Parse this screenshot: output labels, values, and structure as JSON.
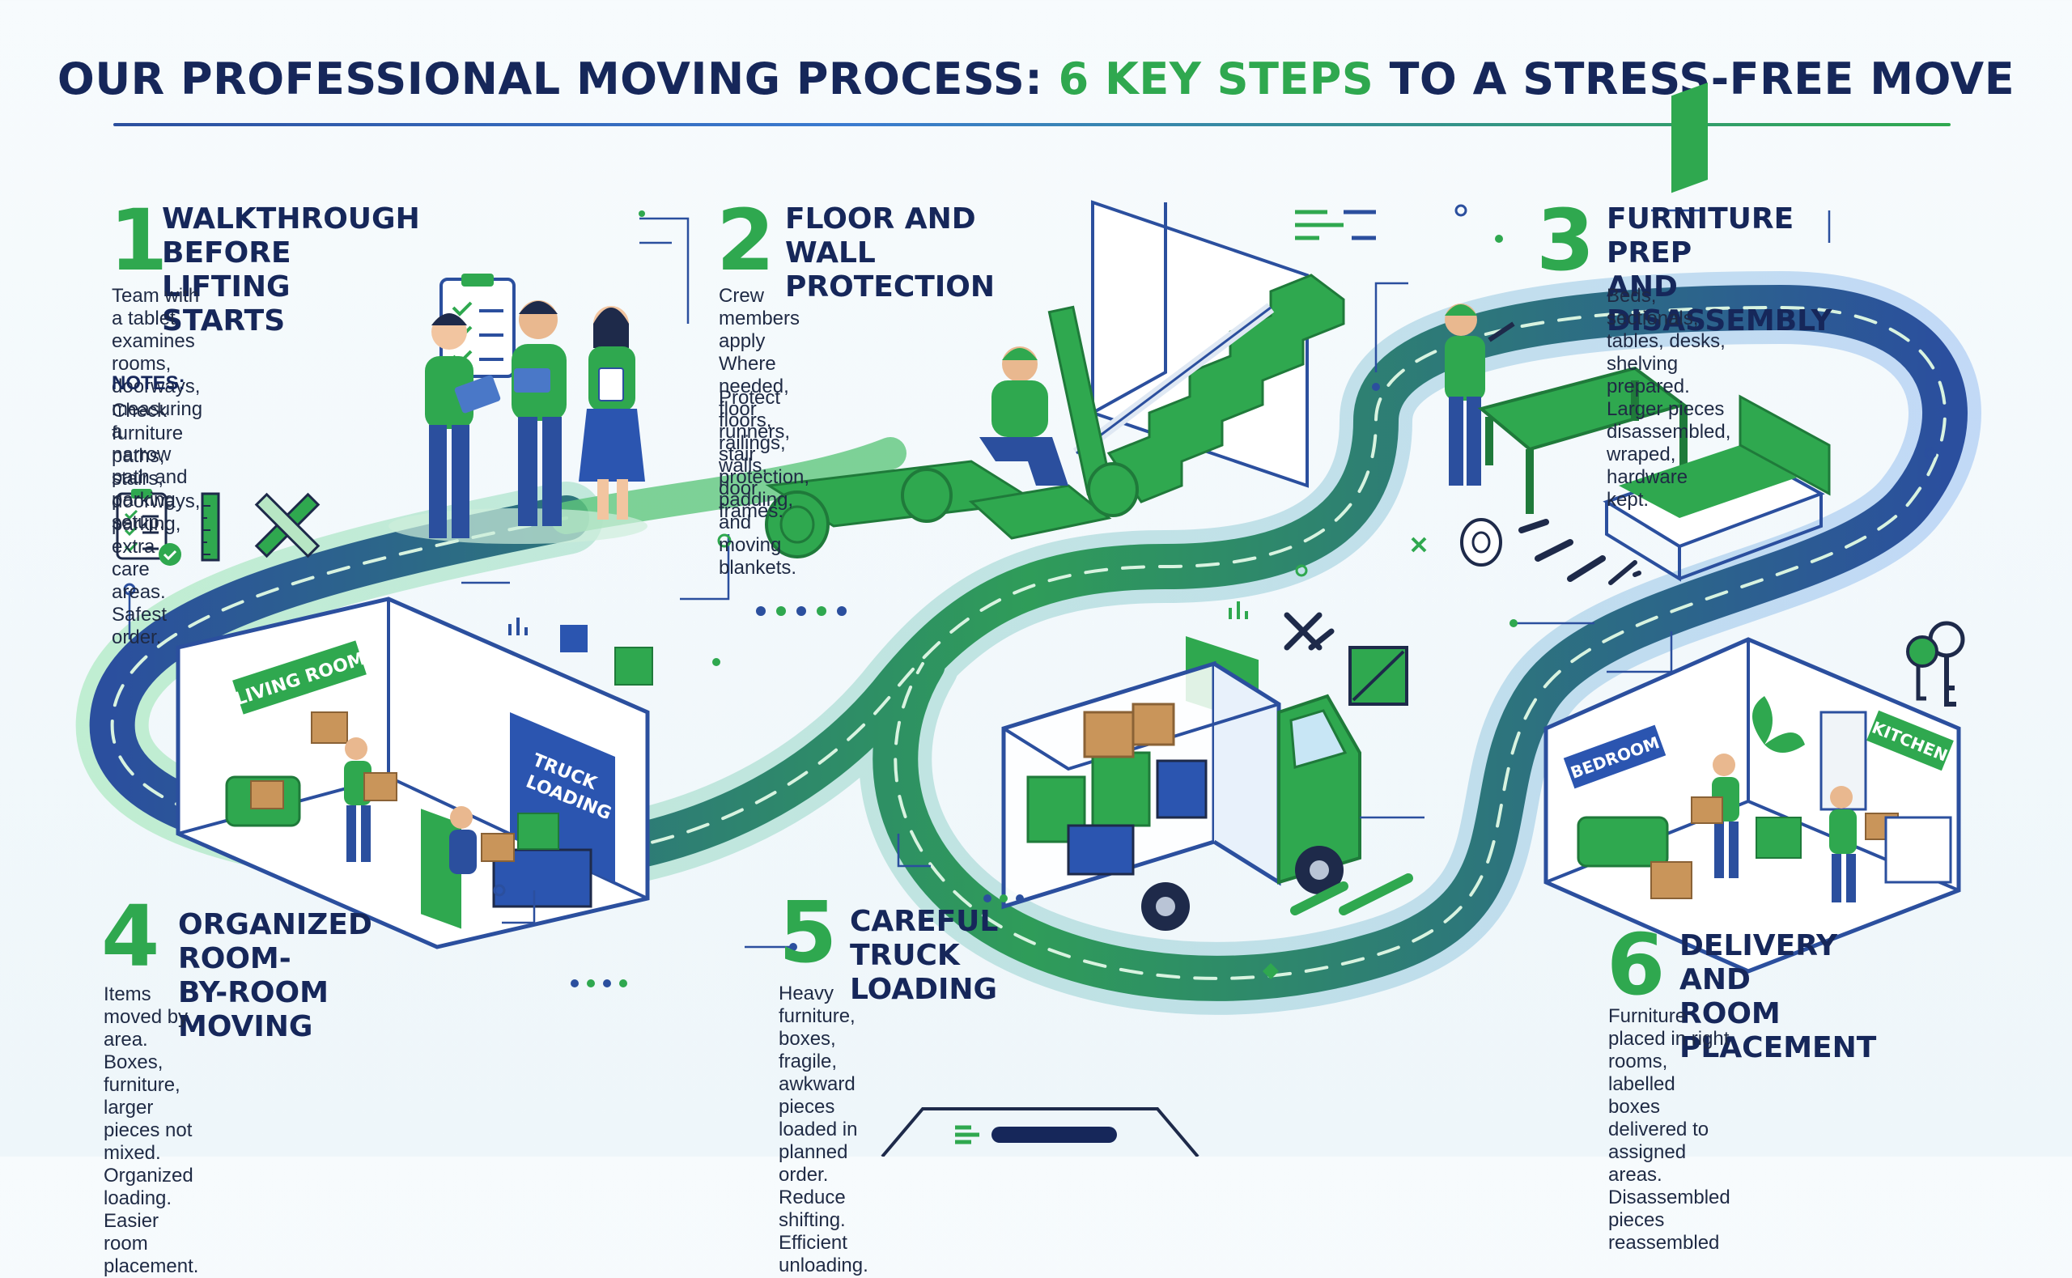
{
  "title": {
    "part1": "OUR PROFESSIONAL MOVING PROCESS: ",
    "highlight": "6 KEY STEPS",
    "part2": " TO A STRESS-FREE MOVE"
  },
  "colors": {
    "navy": "#16275a",
    "green": "#2fa84f",
    "blue": "#2b55b0",
    "road": "#2b4f9e"
  },
  "steps": [
    {
      "number": "1",
      "heading": "WALKTHROUGH BEFORE\nLIFTING STARTS",
      "description": "Team with a tablet examines\nrooms, doorways, measuring a\nnarrow path and parking setup.",
      "notes_label": "NOTES:",
      "notes": "Check furniture paths, stairs,\ndoorways, parking, extra\ncare areas. Safest order."
    },
    {
      "number": "2",
      "heading": "FLOOR AND WALL\nPROTECTION",
      "description": "Crew members apply\nWhere needed, floor runners,\nstair protection, padding,\nand moving blankets.",
      "description2": "Protect floors, railings,\nwalls, door frames."
    },
    {
      "number": "3",
      "heading": "FURNITURE PREP\nAND DISASSEMBLY",
      "description": "Beds, sectionals, tables, desks,\nshelving prepared. Larger pieces\ndisassembled, wraped, hardware kept."
    },
    {
      "number": "4",
      "heading": "ORGANIZED ROOM-\nBY-ROOM MOVING",
      "description": "Items moved by area. Boxes,\nfurniture, larger pieces not\nmixed. Organized loading.\nEasier room placement."
    },
    {
      "number": "5",
      "heading": "CAREFUL\nTRUCK LOADING",
      "description": "Heavy furniture, boxes, fragile,\nawkward pieces loaded in\nplanned order. Reduce shifting.\nEfficient unloading."
    },
    {
      "number": "6",
      "heading": "DELIVERY AND\nROOM PLACEMENT",
      "description": "Furniture placed in right rooms,\nlabelled boxes delivered to assigned\nareas. Disassembled pieces reassembled"
    }
  ],
  "signs": {
    "living_room": "LIVING ROOM",
    "truck_loading_1": "TRUCK",
    "truck_loading_2": "LOADING",
    "bedroom": "BEDROOM",
    "kitchen": "KITCHEN"
  },
  "icons": [
    "clipboard-checklist-icon",
    "ruler-icon",
    "tape-measure-icon",
    "screws-icon",
    "key-icon",
    "cable-reel-icon"
  ]
}
